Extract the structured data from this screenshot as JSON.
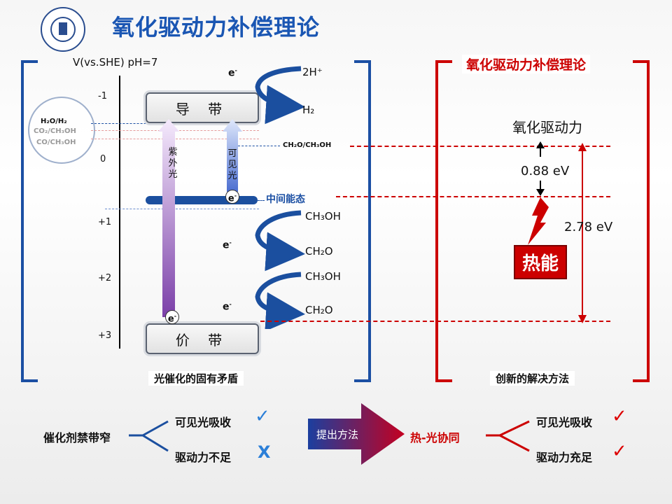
{
  "title": "氧化驱动力补偿理论",
  "left_panel": {
    "axis_label": "V(vs.SHE) pH=7",
    "ticks": [
      "-1",
      "0",
      "+1",
      "+2",
      "+3"
    ],
    "conduction_band": "导 带",
    "valence_band": "价 带",
    "uv_label": "紫外光",
    "visible_label": "可见光",
    "electron": "e",
    "electron_sup": "-",
    "intermediate_state": "中间能态",
    "circle_labels": [
      "H₂O/H₂",
      "CO₂/CH₃OH",
      "CO/CH₃OH"
    ],
    "ch2o_ch3oh": "CH₂O/CH₃OH",
    "reaction_top": {
      "reactant": "2H⁺",
      "product": "H₂"
    },
    "reaction_mid": {
      "reactant": "CH₃OH",
      "product": "CH₂O"
    },
    "reaction_low": {
      "reactant": "CH₃OH",
      "product": "CH₂O"
    },
    "caption": "光催化的固有矛盾"
  },
  "right_panel": {
    "header": "氧化驱动力补偿理论",
    "driving_force": "氧化驱动力",
    "gap_small": "0.88 eV",
    "gap_large": "2.78 eV",
    "heat": "热能",
    "caption": "创新的解决方法"
  },
  "bottom": {
    "left_root": "催化剂禁带窄",
    "left_branch_top": "可见光吸收",
    "left_branch_bottom": "驱动力不足",
    "arrow_label": "提出方法",
    "right_root": "热-光协同",
    "right_branch_top": "可见光吸收",
    "right_branch_bottom": "驱动力充足",
    "check": "✓",
    "cross": "X"
  }
}
